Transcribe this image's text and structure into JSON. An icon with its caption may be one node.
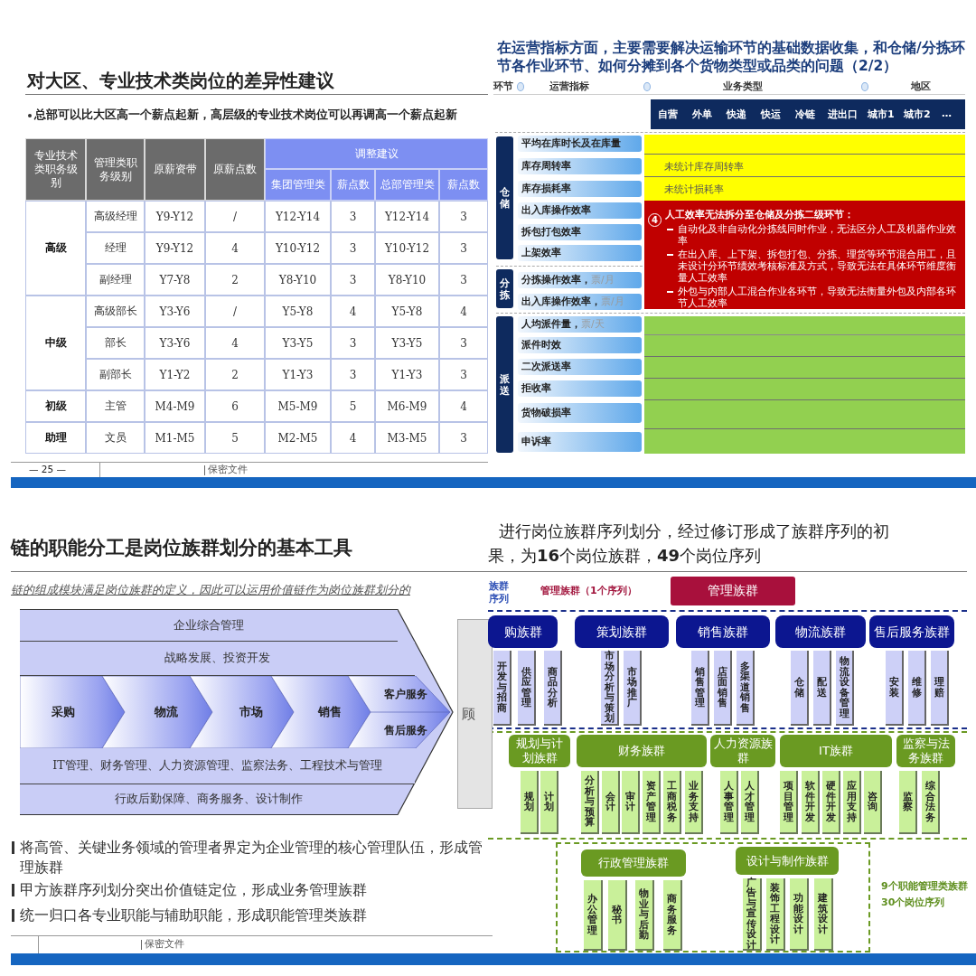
{
  "diagram": {
    "nodes": [
      {
        "text": [
          "仓储"
        ]
      },
      {
        "text": [
          "分拣"
        ]
      },
      {
        "text": [
          "派送"
        ]
      },
      {
        "text": [
          "平均在库时长及在库量"
        ]
      },
      {
        "text": [
          "库存周转率"
        ]
      },
      {
        "text": [
          "库存损耗率"
        ]
      },
      {
        "text": [
          "出入库操作效率"
        ]
      },
      {
        "text": [
          "拆包打包效率"
        ]
      },
      {
        "text": [
          "上架效率"
        ]
      },
      {
        "text": [
          "分拣操作效率，",
          "票/月"
        ]
      },
      {
        "text": [
          "出入库操作效率，",
          "票/月"
        ]
      },
      {
        "text": [
          "人均派件量，",
          "票/天"
        ]
      },
      {
        "text": [
          "派件时效"
        ]
      },
      {
        "text": [
          "二次派送率"
        ]
      },
      {
        "text": [
          "拒收率"
        ]
      },
      {
        "text": [
          "货物破损率"
        ]
      },
      {
        "text": [
          "申诉率"
        ]
      },
      {
        "text": [
          "未统计库存周转率",
          "未统计损耗率"
        ]
      },
      {
        "text": [
          "人工效率无法拆分至仓储及分拣二级环节：",
          "自动化及非自动化分拣线同时作业，无法区分人工及机器作业效率",
          "在出入库、上下架、拆包打包、分拣、理货等环节混合用工，且未设计分环节绩效考核标准及方式，导致无法在具体环节维度衡量人工效率",
          "外包与内部人工混合作业各环节，导致无法衡量外包及内部各环节人工效率"
        ]
      },
      {
        "text": [
          "4"
        ],
        "in": 18
      },
      {
        "text": [],
        "shape": "box"
      },
      {
        "text": [
          "企业综合管理"
        ]
      },
      {
        "text": [
          "战略发展、投资开发"
        ]
      },
      {
        "text": [
          "采购"
        ]
      },
      {
        "text": [
          "物流"
        ]
      },
      {
        "text": [
          "市场"
        ]
      },
      {
        "text": [
          "销售"
        ]
      },
      {
        "text": [
          "客户服务"
        ]
      },
      {
        "text": [
          "售后服务"
        ]
      },
      {
        "text": [
          "IT管理、财务管理、人力资源管理、监察法务、工程技术与管理"
        ]
      },
      {
        "text": [
          "行政后勤保障、商务服务、设计制作"
        ]
      },
      {
        "text": [
          "顾"
        ]
      },
      {
        "text": [
          "管理族群"
        ]
      },
      {
        "text": [
          "购族群"
        ]
      },
      {
        "text": [
          "开发与招商"
        ]
      },
      {
        "text": [
          "供应管理"
        ]
      },
      {
        "text": [
          "商品分析"
        ]
      },
      {
        "text": [
          "策划族群"
        ]
      },
      {
        "text": [
          "市场分析与策划"
        ]
      },
      {
        "text": [
          "市场推广"
        ]
      },
      {
        "text": [
          "销售族群"
        ]
      },
      {
        "text": [
          "销售管理"
        ]
      },
      {
        "text": [
          "店面销售"
        ]
      },
      {
        "text": [
          "多渠道销售"
        ]
      },
      {
        "text": [
          "物流族群"
        ]
      },
      {
        "text": [
          "仓储"
        ]
      },
      {
        "text": [
          "配送"
        ]
      },
      {
        "text": [
          "物流设备管理"
        ]
      },
      {
        "text": [
          "售后服务族群"
        ]
      },
      {
        "text": [
          "安装"
        ]
      },
      {
        "text": [
          "维修"
        ]
      },
      {
        "text": [
          "理赔"
        ]
      },
      {
        "text": [
          "规划与计划族群"
        ]
      },
      {
        "text": [
          "规划"
        ]
      },
      {
        "text": [
          "计划"
        ]
      },
      {
        "text": [
          "财务族群"
        ]
      },
      {
        "text": [
          "分析与预算"
        ]
      },
      {
        "text": [
          "会计"
        ]
      },
      {
        "text": [
          "审计"
        ]
      },
      {
        "text": [
          "资产管理"
        ]
      },
      {
        "text": [
          "工商税务"
        ]
      },
      {
        "text": [
          "业务支持"
        ]
      },
      {
        "text": [
          "人力资源族群"
        ]
      },
      {
        "text": [
          "人事管理"
        ]
      },
      {
        "text": [
          "人才管理"
        ]
      },
      {
        "text": [
          "IT族群"
        ]
      },
      {
        "text": [
          "项目管理"
        ]
      },
      {
        "text": [
          "软件开发"
        ]
      },
      {
        "text": [
          "硬件开发"
        ]
      },
      {
        "text": [
          "应用支持"
        ]
      },
      {
        "text": [
          "咨询"
        ]
      },
      {
        "text": [
          "监察与法务族群"
        ]
      },
      {
        "text": [
          "监察"
        ]
      },
      {
        "text": [
          "综合法务"
        ]
      },
      {
        "text": [
          "行政管理族群"
        ]
      },
      {
        "text": [
          "办公管理"
        ]
      },
      {
        "text": [
          "秘书"
        ]
      },
      {
        "text": [
          "物业与后勤"
        ]
      },
      {
        "text": [
          "商务服务"
        ]
      },
      {
        "text": [
          "设计与制作族群"
        ]
      },
      {
        "text": [
          "广告与宣传设计"
        ]
      },
      {
        "text": [
          "装饰工程设计"
        ]
      },
      {
        "text": [
          "功能设计"
        ]
      },
      {
        "text": [
          "建筑设计"
        ]
      }
    ],
    "labels": [
      "对大区、专业技术类岗位的差异性建议",
      "总部可以比大区高一个薪点起新，高层级的专业技术岗位可以再调高一个薪点起新",
      "专业技术类职务级别",
      "管理类职务级别",
      "原薪资带",
      "原薪点数",
      "调整建议",
      "集团管理类",
      "薪点数",
      "总部管理类",
      "薪点数",
      "高级",
      "高级经理",
      "Y9-Y12",
      "/",
      "Y12-Y14",
      "3",
      "Y12-Y14",
      "3",
      "经理",
      "Y9-Y12",
      "4",
      "Y10-Y12",
      "3",
      "Y10-Y12",
      "3",
      "副经理",
      "Y7-Y8",
      "2",
      "Y8-Y10",
      "3",
      "Y8-Y10",
      "3",
      "中级",
      "高级部长",
      "Y3-Y6",
      "/",
      "Y5-Y8",
      "4",
      "Y5-Y8",
      "4",
      "部长",
      "Y3-Y6",
      "4",
      "Y3-Y5",
      "3",
      "Y3-Y5",
      "3",
      "副部长",
      "Y1-Y2",
      "2",
      "Y1-Y3",
      "3",
      "Y1-Y3",
      "3",
      "初级",
      "主管",
      "M4-M9",
      "6",
      "M5-M9",
      "5",
      "M6-M9",
      "4",
      "助理",
      "文员",
      "M1-M5",
      "5",
      "M2-M5",
      "4",
      "M3-M5",
      "3",
      "— 25 —",
      "保密文件",
      "在运营指标方面，主要需要解决运输环节的基础数据收集，和仓储/分拣环节各作业环节、如何分摊到各个货物类型或品类的问题（2/2）",
      "环节",
      "运营指标",
      "业务类型",
      "地区",
      "自营",
      "外单",
      "快递",
      "快运",
      "冷链",
      "进出口",
      "城市1",
      "城市2",
      "…",
      "链的职能分工是岗位族群划分的基本工具",
      "链的组成模块满足岗位族群的定义，因此可以运用价值链作为岗位族群划分的",
      "将高管、关键业务领域的管理者界定为企业管理的核心管理队伍，形成管理族群",
      "甲方族群序列划分突出价值链定位，形成业务管理族群",
      "统一归口各专业职能与辅助职能，形成职能管理类族群",
      "保密文件",
      "进行岗位族群序列划分，经过修订形成了族群序列的初",
      "果，为**16**个岗位族群，**49**个岗位序列",
      "族群序列",
      "管理族群（1个序列）",
      "9个职能管理类族群",
      "30个岗位序列"
    ]
  }
}
